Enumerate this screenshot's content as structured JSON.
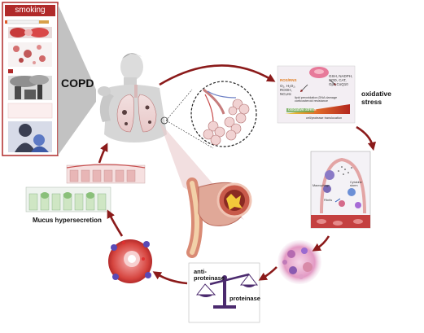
{
  "labels": {
    "smoking": "smoking",
    "copd": "COPD",
    "oxidative_stress": "oxidative\nstress",
    "mucus": "Mucus hypersecretion",
    "anti_proteinase": "anti-\nproteinase",
    "proteinase": "proteinase"
  },
  "oxidative_box": {
    "ros_header": "ROS/RNS",
    "ros_items": "O₂, H₂O₂,\nROOH,\nNO,etc",
    "antioxidants": "GSH, NADPH,\nSOD, CAT,\nGpx,CoQ10",
    "damage": "lipid peroxidation,DNA damage\ncorticosteroid resistance",
    "bar_label": "oxidative stress",
    "footer": "cell/protease translocation"
  },
  "inflammation_box": {
    "macrophage": "Macrophage",
    "cytokine": "Cytokine\nstorm",
    "fibrils": "Fibrils"
  },
  "colors": {
    "arrow": "#8b1a1a",
    "smoking_bar": "#b02a2a",
    "scale": "#4b2a6e",
    "airway": "#d98a74"
  }
}
